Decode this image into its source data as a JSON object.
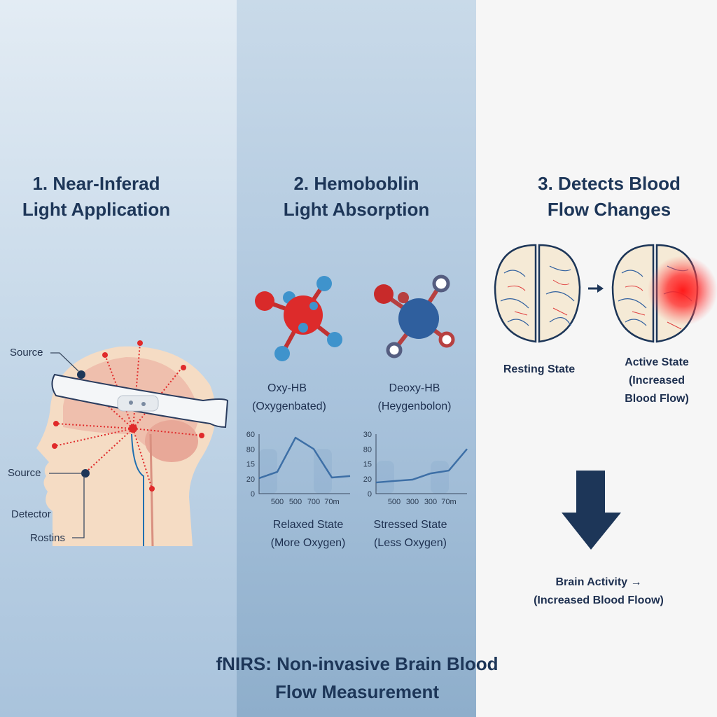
{
  "panels": [
    {
      "title_l1": "1. Near-Inferad",
      "title_l2": "Light Application",
      "labels": {
        "source_top": "Source",
        "source_bottom": "Source",
        "detector": "Detector",
        "rostins": "Rostins"
      }
    },
    {
      "title_l1": "2. Hemoboblin",
      "title_l2": "Light Absorption",
      "molecules": [
        {
          "name_l1": "Oxy-HB",
          "name_l2": "(Oxygenbated)"
        },
        {
          "name_l1": "Deoxy-HB",
          "name_l2": "(Heygenbolon)"
        }
      ],
      "captions": [
        {
          "l1": "Relaxed State",
          "l2": "(More Oxygen)"
        },
        {
          "l1": "Stressed State",
          "l2": "(Less Oxygen)"
        }
      ]
    },
    {
      "title_l1": "3. Detects Blood",
      "title_l2": "Flow Changes",
      "resting": "Resting State",
      "active_l1": "Active State",
      "active_l2": "(Increased",
      "active_l3": "Blood Flow)",
      "result_l1": "Brain Activity →",
      "result_l2": "(Increased Blood Floow)"
    }
  ],
  "footer": {
    "l1": "fNIRS: Non-invasive Brain Blood",
    "l2": "Flow Measurement"
  },
  "colors": {
    "navy": "#1d3658",
    "red": "#e02a2a",
    "line": "#3d6fa6"
  },
  "chart_data": [
    {
      "type": "line",
      "title": "Relaxed State (More Oxygen)",
      "y_ticks": [
        "0",
        "20",
        "15",
        "80",
        "60"
      ],
      "x_ticks": [
        "500",
        "500",
        "700",
        "70m"
      ],
      "y_index_values": [
        1.04,
        1.46,
        3.76,
        3.0,
        1.08,
        1.18
      ]
    },
    {
      "type": "line",
      "title": "Stressed State (Less Oxygen)",
      "y_ticks": [
        "0",
        "20",
        "15",
        "80",
        "30"
      ],
      "x_ticks": [
        "500",
        "300",
        "300",
        "70m"
      ],
      "y_index_values": [
        0.75,
        0.85,
        0.94,
        1.36,
        1.55,
        3.0
      ]
    }
  ]
}
